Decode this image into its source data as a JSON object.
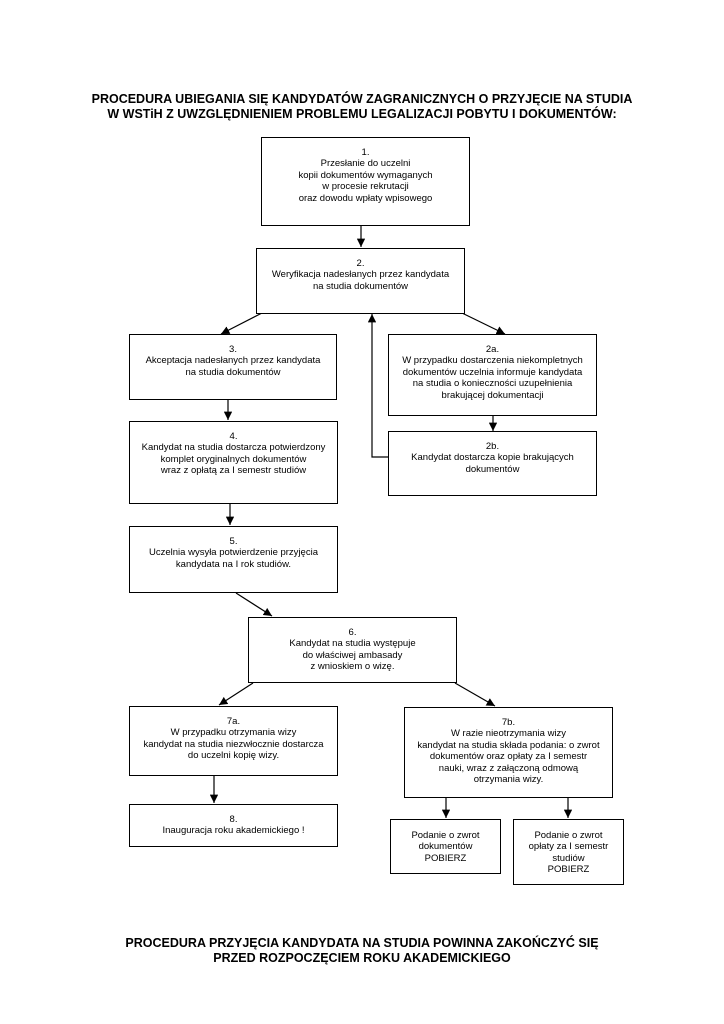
{
  "header": {
    "title_line1": "PROCEDURA UBIEGANIA SIĘ KANDYDATÓW ZAGRANICZNYCH O PRZYJĘCIE NA STUDIA",
    "title_line2": "W WSTiH Z UWZGLĘDNIENIEM PROBLEMU LEGALIZACJI POBYTU I DOKUMENTÓW:"
  },
  "steps": {
    "s1": {
      "num": "1.",
      "text": "Przesłanie do uczelni\nkopii dokumentów wymaganych\nw procesie rekrutacji\noraz dowodu wpłaty wpisowego"
    },
    "s2": {
      "num": "2.",
      "text": "Weryfikacja nadesłanych przez kandydata\nna studia dokumentów"
    },
    "s3": {
      "num": "3.",
      "text": "Akceptacja nadesłanych przez kandydata\nna studia dokumentów"
    },
    "s2a": {
      "num": "2a.",
      "text": "W przypadku dostarczenia niekompletnych\ndokumentów uczelnia informuje kandydata\nna studia o konieczności uzupełnienia\nbrakującej dokumentacji"
    },
    "s2b": {
      "num": "2b.",
      "text": "Kandydat dostarcza kopie brakujących\ndokumentów"
    },
    "s4": {
      "num": "4.",
      "text": "Kandydat na studia dostarcza potwierdzony\nkomplet oryginalnych dokumentów\nwraz z opłatą za I semestr studiów"
    },
    "s5": {
      "num": "5.",
      "text": "Uczelnia wysyła potwierdzenie przyjęcia\nkandydata na I rok studiów."
    },
    "s6": {
      "num": "6.",
      "text": "Kandydat na studia występuje\ndo właściwej ambasady\nz wnioskiem o wizę."
    },
    "s7a": {
      "num": "7a.",
      "text": "W przypadku otrzymania wizy\nkandydat na studia niezwłocznie dostarcza\ndo uczelni kopię wizy."
    },
    "s7b": {
      "num": "7b.",
      "text": "W razie nieotrzymania wizy\nkandydat na studia składa podania: o zwrot\ndokumentów oraz opłaty za I semestr\nnauki, wraz z załączoną odmową\notrzymania wizy."
    },
    "s8": {
      "num": "8.",
      "text": "Inauguracja roku akademickiego !"
    },
    "d1": {
      "num": "",
      "text": "Podanie o zwrot\ndokumentów\nPOBIERZ"
    },
    "d2": {
      "num": "",
      "text": "Podanie o zwrot\nopłaty za I semestr\nstudiów\nPOBIERZ"
    }
  },
  "footer": {
    "line1": "PROCEDURA PRZYJĘCIA KANDYDATA NA STUDIA POWINNA ZAKOŃCZYĆ SIĘ",
    "line2": "PRZED ROZPOCZĘCIEM ROKU AKADEMICKIEGO"
  }
}
